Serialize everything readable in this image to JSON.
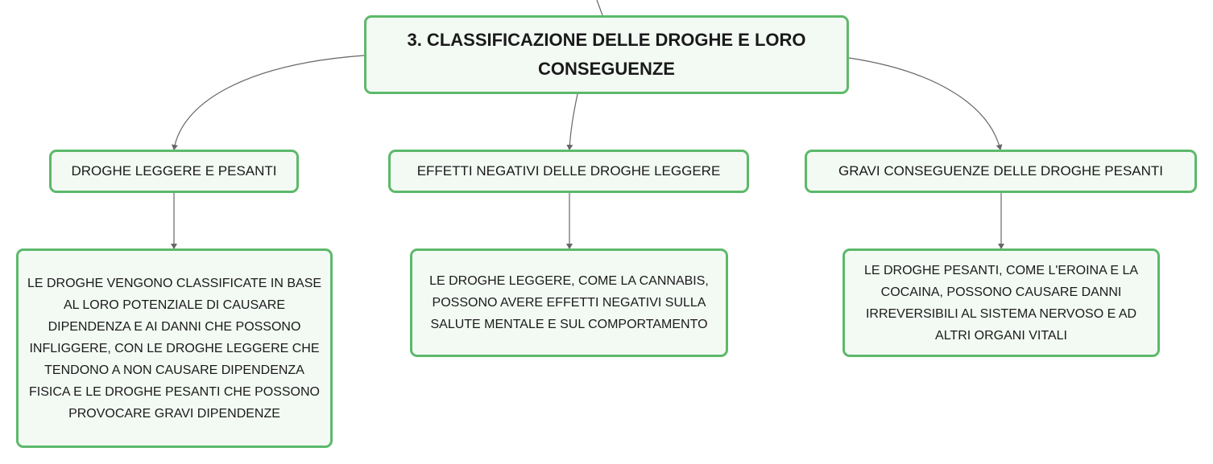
{
  "colors": {
    "border": "#5cb96a",
    "fill": "#f3faf4",
    "line": "#666666"
  },
  "root": {
    "title": "3. CLASSIFICAZIONE DELLE DROGHE E LORO CONSEGUENZE"
  },
  "branches": [
    {
      "label": "DROGHE LEGGERE E PESANTI",
      "detail": "LE DROGHE VENGONO CLASSIFICATE IN BASE AL LORO POTENZIALE DI CAUSARE DIPENDENZA E AI DANNI CHE POSSONO INFLIGGERE, CON LE DROGHE LEGGERE CHE TENDONO A NON CAUSARE DIPENDENZA FISICA E LE DROGHE PESANTI CHE POSSONO PROVOCARE GRAVI DIPENDENZE"
    },
    {
      "label": "EFFETTI NEGATIVI DELLE DROGHE LEGGERE",
      "detail": "LE DROGHE LEGGERE, COME LA CANNABIS, POSSONO AVERE EFFETTI NEGATIVI SULLA SALUTE MENTALE E SUL COMPORTAMENTO"
    },
    {
      "label": "GRAVI CONSEGUENZE DELLE DROGHE PESANTI",
      "detail": "LE DROGHE PESANTI, COME L'EROINA E LA COCAINA, POSSONO CAUSARE DANNI IRREVERSIBILI AL SISTEMA NERVOSO E AD ALTRI ORGANI VITALI"
    }
  ]
}
